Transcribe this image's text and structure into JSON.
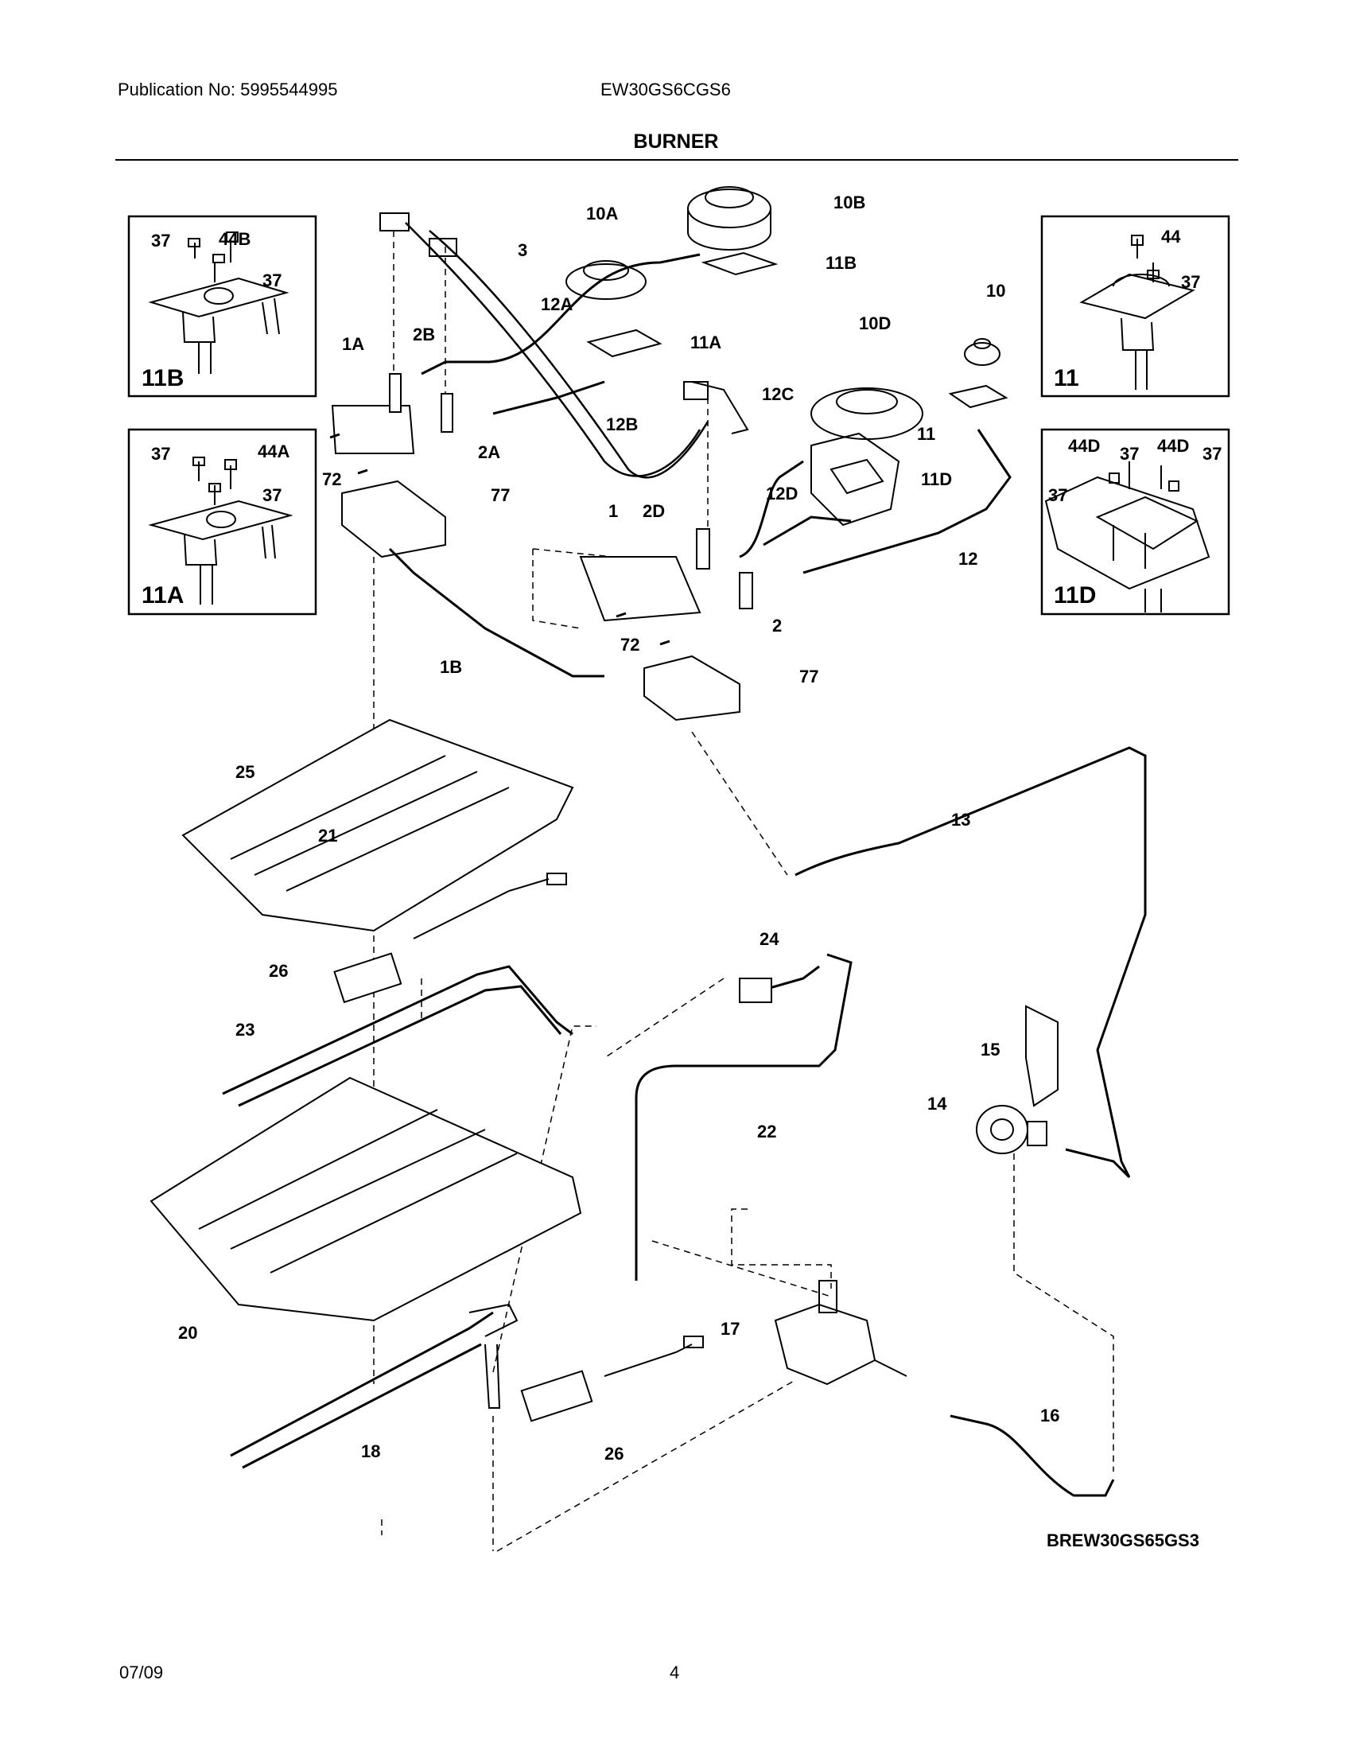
{
  "header": {
    "publication": "Publication No: 5995544995",
    "model": "EW30GS6CGS6",
    "title": "BURNER"
  },
  "footer": {
    "date": "07/09",
    "page": "4",
    "diagram_ref": "BREW30GS65GS3"
  },
  "insets": {
    "top_left": "11B",
    "mid_left": "11A",
    "top_right": "11",
    "mid_right": "11D"
  },
  "callouts": [
    "37",
    "44B",
    "37",
    "37",
    "44A",
    "37",
    "44",
    "37",
    "44D",
    "37",
    "44D",
    "37",
    "37",
    "3",
    "10A",
    "10B",
    "11B",
    "12A",
    "2B",
    "1A",
    "11A",
    "10",
    "10D",
    "12C",
    "11",
    "12B",
    "2A",
    "72",
    "77",
    "11D",
    "12D",
    "2D",
    "1",
    "12",
    "2",
    "72",
    "77",
    "1B",
    "25",
    "21",
    "13",
    "24",
    "26",
    "23",
    "15",
    "14",
    "22",
    "20",
    "17",
    "16",
    "18",
    "26"
  ],
  "colors": {
    "line": "#000000",
    "background": "#ffffff"
  }
}
